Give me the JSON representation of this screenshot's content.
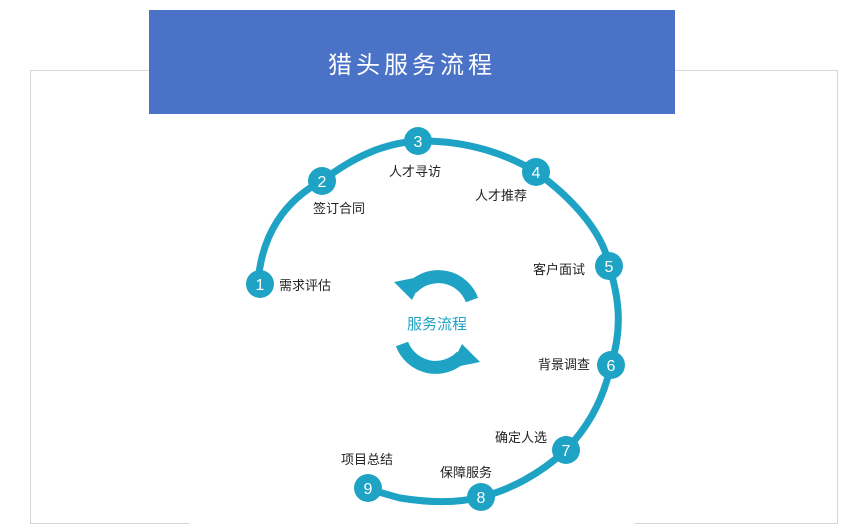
{
  "title": "猎头服务流程",
  "center_label": "服务流程",
  "colors": {
    "banner": "#4a72c6",
    "accent": "#1fa3c4",
    "text": "#222222"
  },
  "icons": {
    "center": "refresh-cycle-icon"
  },
  "steps": [
    {
      "number": "1",
      "label": "需求评估"
    },
    {
      "number": "2",
      "label": "签订合同"
    },
    {
      "number": "3",
      "label": "人才寻访"
    },
    {
      "number": "4",
      "label": "人才推荐"
    },
    {
      "number": "5",
      "label": "客户面试"
    },
    {
      "number": "6",
      "label": "背景调查"
    },
    {
      "number": "7",
      "label": "确定人选"
    },
    {
      "number": "8",
      "label": "保障服务"
    },
    {
      "number": "9",
      "label": "项目总结"
    }
  ]
}
